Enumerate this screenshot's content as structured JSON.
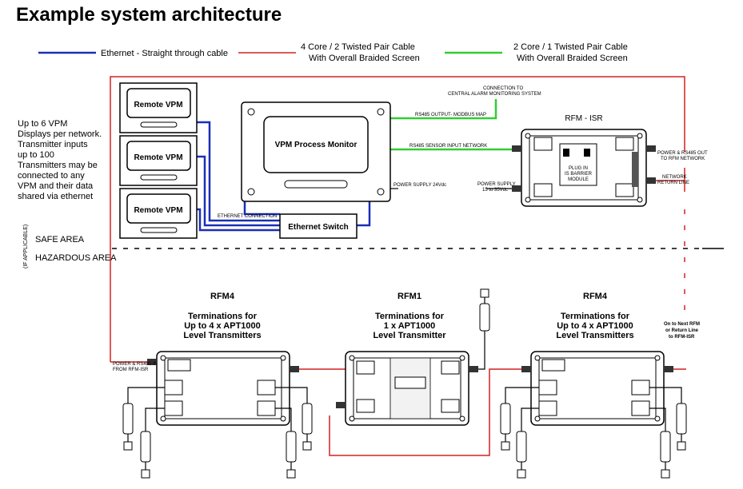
{
  "title": "Example system architecture",
  "legend": {
    "ethernet": "Ethernet - Straight through cable",
    "four_core_1": "4 Core / 2 Twisted Pair Cable",
    "four_core_2": "With Overall Braided Screen",
    "two_core_1": "2 Core / 1 Twisted Pair Cable",
    "two_core_2": "With Overall Braided Screen"
  },
  "colors": {
    "ethernet": "#1a2fb8",
    "four_core": "#d42020",
    "two_core": "#33cc33"
  },
  "side_note": [
    "Up to 6 VPM",
    "Displays per network.",
    "Transmitter inputs",
    "up to 100",
    "Transmitters may be",
    "connected to any",
    "VPM and their data",
    "shared via ethernet"
  ],
  "areas": {
    "safe": "SAFE AREA",
    "hazardous": "HAZARDOUS AREA",
    "applicable": "(IF APPLICABLE)"
  },
  "remote_vpm": [
    "Remote VPM",
    "Remote VPM",
    "Remote VPM"
  ],
  "vpm_monitor": "VPM Process Monitor",
  "ethernet_switch": "Ethernet Switch",
  "ethernet_connection": "ETHERNET CONNECTION",
  "alarm": [
    "CONNECTION TO",
    "CENTRAL ALARM MONITORING SYSTEM"
  ],
  "rs485_output": "RS485 OUTPUT- MODBUS MAP",
  "rs485_sensor": "RS485 SENSOR INPUT NETWORK",
  "power_supply_24": "POWER SUPPLY 24Vdc",
  "rfm_isr": {
    "title": "RFM - ISR",
    "power_supply": [
      "POWER SUPPLY",
      "15 to 35Vdc"
    ],
    "power_out": [
      "POWER & RS485 OUT",
      "TO RFM NETWORK"
    ],
    "network_return": [
      "NETWORK",
      "RETURN LINE"
    ],
    "module": [
      "PLUG IN",
      "IS BARRIER",
      "MODULE"
    ]
  },
  "rfm_left": {
    "title": "RFM4",
    "desc": [
      "Terminations for",
      "Up to 4 x APT1000",
      "Level Transmitters"
    ],
    "power_in": [
      "POWER & RS485 IN",
      "FROM RFM-ISR"
    ]
  },
  "rfm_mid": {
    "title": "RFM1",
    "desc": [
      "Terminations for",
      "1 x APT1000",
      "Level Transmitter"
    ]
  },
  "rfm_right": {
    "title": "RFM4",
    "desc": [
      "Terminations for",
      "Up to 4 x APT1000",
      "Level Transmitters"
    ]
  },
  "next_rfm": [
    "On to Next RFM",
    "or Return Line",
    "to RFM-ISR"
  ]
}
